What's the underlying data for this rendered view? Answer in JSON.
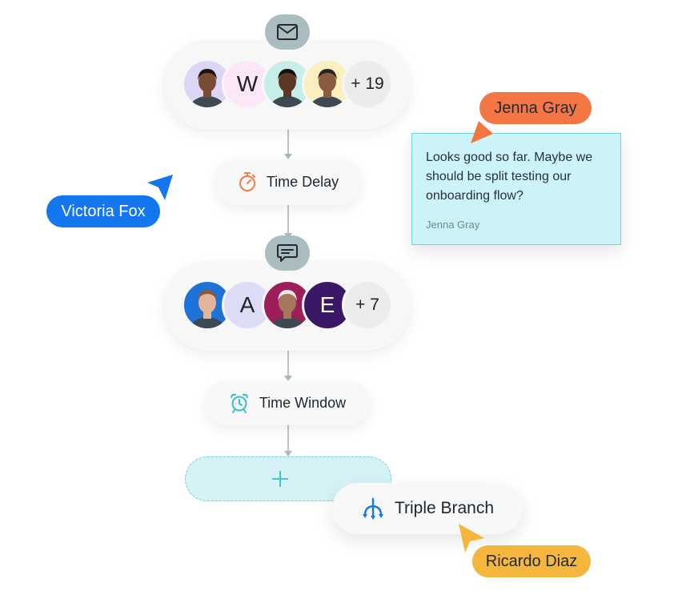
{
  "flow": {
    "email_step": {
      "icon": "envelope-icon",
      "avatars": [
        {
          "type": "photo",
          "bg": "#dcd6f5",
          "skin": "#7a4a33",
          "hair": "#1c130f"
        },
        {
          "type": "letter",
          "label": "W",
          "bg": "#fbe7f7"
        },
        {
          "type": "photo",
          "bg": "#c6eee9",
          "skin": "#5b3826",
          "hair": "#111111"
        },
        {
          "type": "photo",
          "bg": "#fbefbf",
          "skin": "#8a5b40",
          "hair": "#2a2420"
        }
      ],
      "count_label": "+ 19"
    },
    "time_delay": {
      "label": "Time Delay",
      "icon": "stopwatch-icon"
    },
    "sms_step": {
      "icon": "chat-bubble-icon",
      "avatars": [
        {
          "type": "photo",
          "bg": "#1f73d8",
          "skin": "#e2b49a",
          "hair": "#8a5a3a"
        },
        {
          "type": "letter",
          "label": "A",
          "bg": "#dcdcf7"
        },
        {
          "type": "photo",
          "bg": "#9c1e5a",
          "skin": "#a8765a",
          "hair": "#e9e9e9"
        },
        {
          "type": "letter",
          "label": "E",
          "bg": "#3b1866",
          "color": "#ffffff"
        }
      ],
      "count_label": "+ 7"
    },
    "time_window": {
      "label": "Time Window",
      "icon": "alarm-clock-icon"
    },
    "add_zone": {
      "icon": "plus-icon"
    },
    "triple_branch": {
      "label": "Triple Branch",
      "icon": "branch-icon"
    }
  },
  "comment": {
    "text": "Looks good so far. Maybe we should be split testing our onboarding flow?",
    "author": "Jenna Gray"
  },
  "cursors": [
    {
      "name": "Jenna Gray",
      "color": "#f47644",
      "text_color": "#1f2a33"
    },
    {
      "name": "Victoria Fox",
      "color": "#1577f0",
      "text_color": "#ffffff"
    },
    {
      "name": "Ricardo Diaz",
      "color": "#f4b63d",
      "text_color": "#1f2a33"
    }
  ],
  "colors": {
    "connector": "#b9c6cc",
    "badge": "#a9bcbf",
    "delay_icon": "#ef7d46",
    "window_icon": "#33bfd0",
    "branch_icon": "#1577f0",
    "comment_bg": "#ccf3f7"
  }
}
